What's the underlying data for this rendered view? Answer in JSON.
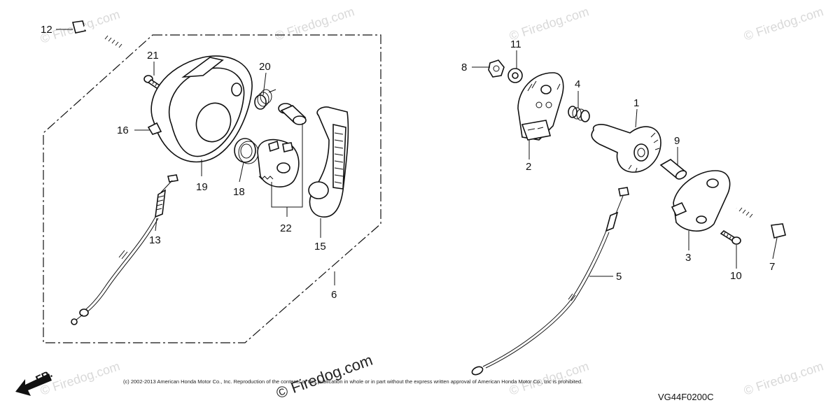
{
  "diagram": {
    "part_numbers": [
      "1",
      "2",
      "3",
      "4",
      "5",
      "6",
      "7",
      "8",
      "9",
      "10",
      "11",
      "12",
      "13",
      "15",
      "16",
      "18",
      "19",
      "20",
      "21",
      "22"
    ],
    "watermark": "© Firedog.com",
    "watermark_center": "© Firedog.com",
    "copyright": "(c) 2002-2013 American Honda Motor Co., Inc. Reproduction of the contents of this publication in whole or in part without the express written approval of American Honda Motor Co., Inc is prohibited.",
    "diagram_code": "VG44F0200C",
    "front_label": "FR."
  }
}
